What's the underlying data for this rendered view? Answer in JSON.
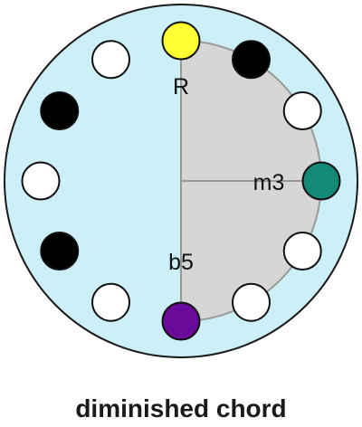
{
  "caption": "diminished chord",
  "colors": {
    "dial_fill": "#cdeff7",
    "dial_stroke": "#1a1a1a",
    "chord_wedge_fill": "#d6d6d6",
    "chord_wedge_stroke": "#9a9a9a",
    "axis_line": "#999999",
    "white_note": "#ffffff",
    "black_note": "#000000",
    "note_stroke": "#111111"
  },
  "chord": {
    "name": "diminished chord",
    "intervals": [
      {
        "label": "R",
        "semitone": 0,
        "color": "#ffff33"
      },
      {
        "label": "m3",
        "semitone": 3,
        "color": "#138a78"
      },
      {
        "label": "b5",
        "semitone": 6,
        "color": "#6a0a9a"
      }
    ]
  },
  "notes": [
    {
      "semitone": 0,
      "type": "chord",
      "label": "R"
    },
    {
      "semitone": 1,
      "type": "black"
    },
    {
      "semitone": 2,
      "type": "white"
    },
    {
      "semitone": 3,
      "type": "chord",
      "label": "m3"
    },
    {
      "semitone": 4,
      "type": "white"
    },
    {
      "semitone": 5,
      "type": "white"
    },
    {
      "semitone": 6,
      "type": "chord",
      "label": "b5"
    },
    {
      "semitone": 7,
      "type": "white"
    },
    {
      "semitone": 8,
      "type": "black"
    },
    {
      "semitone": 9,
      "type": "white"
    },
    {
      "semitone": 10,
      "type": "black"
    },
    {
      "semitone": 11,
      "type": "white"
    }
  ]
}
